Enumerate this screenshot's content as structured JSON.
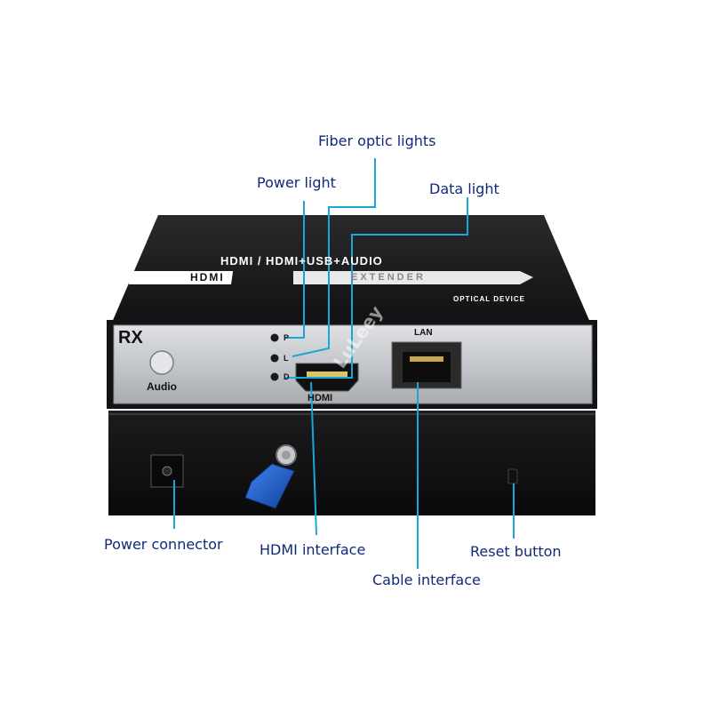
{
  "device": {
    "top_title": "HDMI / HDMI+USB+AUDIO",
    "top_logo": "HDMI",
    "top_arrow_text": "EXTENDER",
    "top_subtitle": "OPTICAL DEVICE",
    "panel_label": "RX",
    "audio_label": "Audio",
    "led_letters": [
      "P",
      "L",
      "D"
    ],
    "hdmi_port_label": "HDMI",
    "lan_label": "LAN",
    "watermark": "LuLeey"
  },
  "callouts": {
    "fiber_optic_lights": "Fiber optic lights",
    "power_light": "Power light",
    "data_light": "Data light",
    "power_connector": "Power connector",
    "hdmi_interface": "HDMI interface",
    "reset_button": "Reset button",
    "cable_interface": "Cable interface"
  },
  "colors": {
    "callout_line": "#1aa7d6",
    "callout_text": "#0f2a7a",
    "chassis": "#1a1a1c",
    "front_panel": "#c9ccd0",
    "terminal_blue": "#1f5fcf"
  }
}
